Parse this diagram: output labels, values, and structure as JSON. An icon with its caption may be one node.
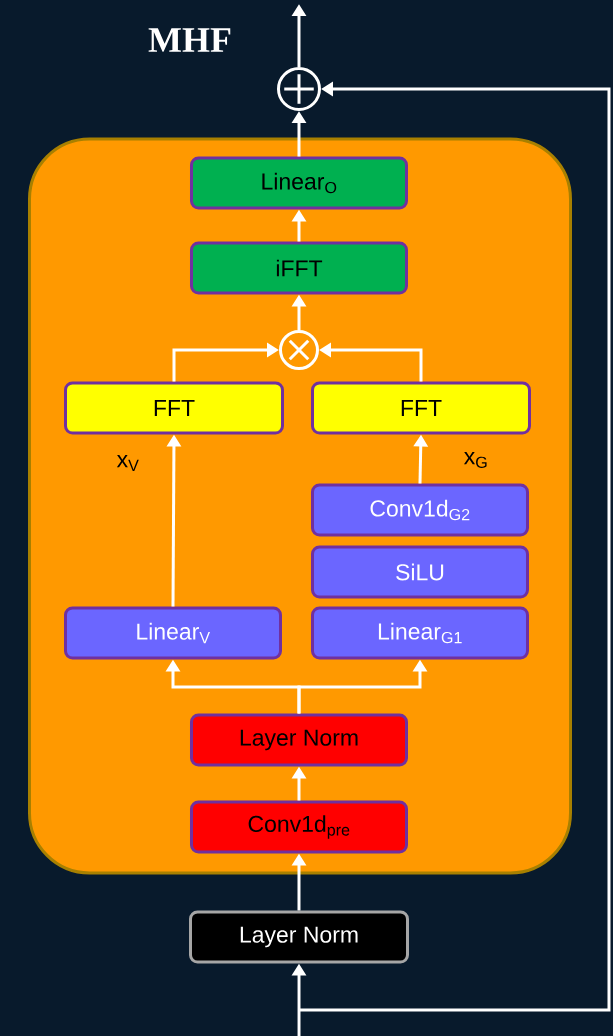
{
  "diagram": {
    "title": "MHF",
    "nodes": [
      {
        "text": [],
        "shape": "box"
      },
      {
        "text": [
          "Linear$_{O}$"
        ],
        "in": 0
      },
      {
        "text": [
          "iFFT"
        ],
        "in": 0
      },
      {
        "text": [],
        "shape": "circle",
        "in": 0
      },
      {
        "text": [
          "FFT"
        ],
        "in": 0
      },
      {
        "text": [
          "FFT"
        ],
        "in": 0
      },
      {
        "text": [
          "Conv1d$_{G2}$"
        ],
        "in": 0
      },
      {
        "text": [
          "SiLU"
        ],
        "in": 0
      },
      {
        "text": [
          "Linear$_{V}$"
        ],
        "in": 0
      },
      {
        "text": [
          "Linear$_{G1}$"
        ],
        "in": 0
      },
      {
        "text": [
          "Layer Norm"
        ],
        "in": 0
      },
      {
        "text": [
          "Conv1d$_{pre}$"
        ],
        "in": 0
      },
      {
        "text": [
          "Layer Norm"
        ]
      },
      {
        "text": [],
        "shape": "circle"
      }
    ],
    "edges": [
      {
        "from": null,
        "to": 12,
        "arrow": "to"
      },
      {
        "from": 12,
        "to": 11,
        "arrow": "to"
      },
      {
        "from": 11,
        "to": 10,
        "arrow": "to"
      },
      {
        "from": 10,
        "to": 8,
        "arrow": "to"
      },
      {
        "from": 10,
        "to": 9,
        "arrow": "to"
      },
      {
        "from": 8,
        "to": 4,
        "arrow": "to",
        "label": "x$_{V}$"
      },
      {
        "from": 6,
        "to": 5,
        "arrow": "to",
        "label": "x$_{G}$"
      },
      {
        "from": 4,
        "to": 3,
        "arrow": "to"
      },
      {
        "from": 5,
        "to": 3,
        "arrow": "to"
      },
      {
        "from": 3,
        "to": 2,
        "arrow": "to"
      },
      {
        "from": 2,
        "to": 1,
        "arrow": "to"
      },
      {
        "from": 1,
        "to": 13,
        "arrow": "to"
      },
      {
        "from": 13,
        "to": null,
        "arrow": "to"
      },
      {
        "from": null,
        "to": 13,
        "arrow": "to"
      }
    ]
  }
}
